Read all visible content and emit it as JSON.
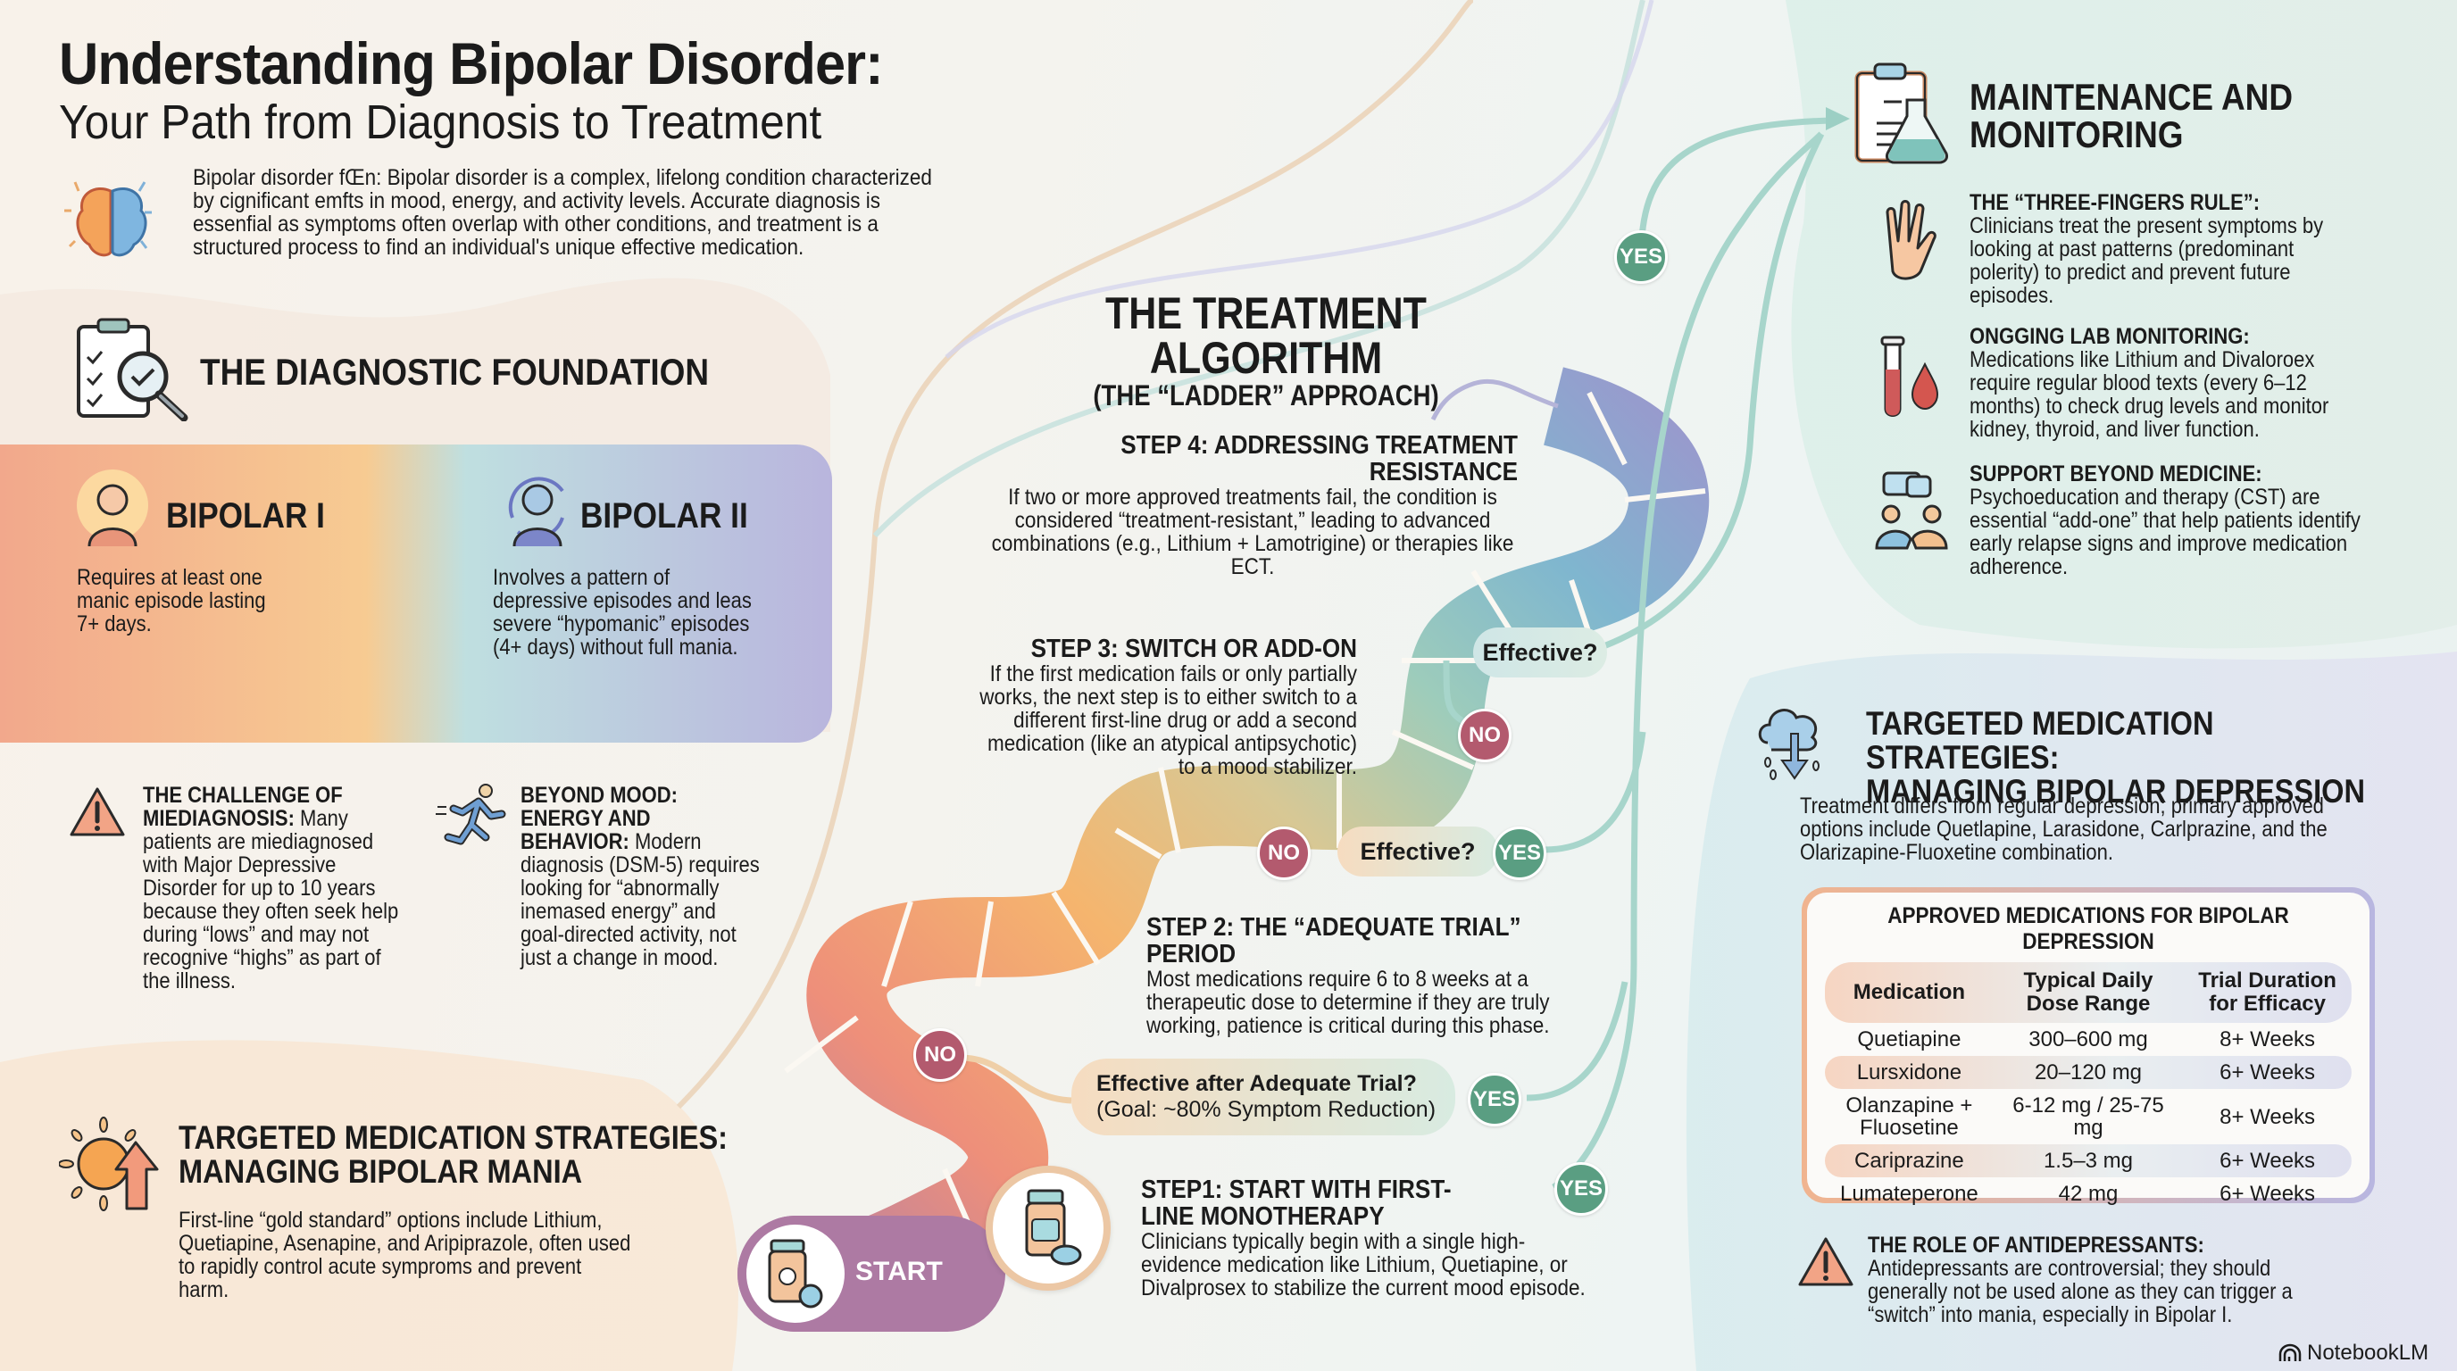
{
  "header": {
    "title": "Understanding Bipolar Disorder:",
    "subtitle": "Your Path from Diagnosis to Treatment",
    "intro": "Bipolar disorder fŒn: Bipolar disorder is a complex, lifelong condition characterized by cignificant emfts in mood, energy, and activity levels. Accurate diagnosis is essenfial as symptoms often overlap with other conditions, and treatment is a structured process to find an individual's unique effective medication.",
    "intro_icon": "brain-icon"
  },
  "diagnostic": {
    "title": "THE DIAGNOSTIC FOUNDATION",
    "icon": "clipboard-magnifier-icon",
    "bipolar1": {
      "title": "BIPOLAR I",
      "text": "Requires at least one manic episode lasting 7+ days.",
      "icon": "person-radiant-icon"
    },
    "bipolar2": {
      "title": "BIPOLAR II",
      "text": "Involves a pattern of depressive episodes and leas severe “hypomanic” episodes (4+ days) without full mania.",
      "icon": "person-cycle-icon"
    },
    "challenge": {
      "title": "THE CHALLENGE OF MIEDIAGNOSIS:",
      "text": "Many patients are miediagnosed with Major Depressive Disorder for up to 10 years because they often seek help during “lows” and may not recognive “highs” as part of the illness.",
      "icon": "warning-icon"
    },
    "energy": {
      "title": "BEYOND MOOD: ENERGY AND BEHAVIOR:",
      "text": "Modern diagnosis (DSM-5) requires looking for “abnormally inemased energy” and goal-directed activity, not just a change in mood.",
      "icon": "running-person-icon"
    }
  },
  "mania": {
    "title_line1": "TARGETED MEDICATION STRATEGIES:",
    "title_line2": "MANAGING BIPOLAR MANIA",
    "text": "First-line “gold standard” options include Lithium, Quetiapine, Asenapine, and Aripiprazole, often used to rapidly control acute symproms and prevent harm.",
    "icon": "sun-arrow-up-icon"
  },
  "algorithm": {
    "title": "THE TREATMENT ALGORITHM",
    "subtitle": "(THE “LADDER” APPROACH)",
    "start_label": "START",
    "steps": [
      {
        "title": "STEP1: START WITH FIRST-LINE MONOTHERAPY",
        "text": "Clinicians typically begin with a single high-evidence medication like Lithium, Quetiapine, or Divalprosex to stabilize the current mood episode."
      },
      {
        "title": "STEP 2: THE “ADEQUATE TRIAL” PERIOD",
        "text": "Most medications require 6 to 8 weeks at a therapeutic dose to determine if they are truly working, patience is critical during this phase."
      },
      {
        "title": "STEP 3: SWITCH OR ADD-ON",
        "text": "If the first medication fails or only partially works, the next step is to either switch to a different first-line drug or add a second medication (like an atypical antipsychotic) to a mood stabilizer."
      },
      {
        "title": "STEP 4: ADDRESSING TREATMENT RESISTANCE",
        "text": "If two or more approved treatments fail, the condition is considered “treatment-resistant,” leading to advanced combinations (e.g., Lithium + Lamotrigine) or therapies like ECT."
      }
    ],
    "decisions": {
      "adequate_q1": "Effective after Adequate Trial?",
      "adequate_q2": "(Goal: ~80% Symptom Reduction)",
      "effective_1": "Effective?",
      "effective_2": "Effective?",
      "yes": "YES",
      "no": "NO"
    }
  },
  "maintenance": {
    "title_line1": "MAINTENANCE AND",
    "title_line2": "MONITORING",
    "icon": "clipboard-flask-icon",
    "items": [
      {
        "title": "THE “THREE-FINGERS RULE”:",
        "text": "Clinicians treat the present symptoms by looking at past patterns (predominant polerity) to predict and prevent future episodes.",
        "icon": "three-fingers-hand-icon"
      },
      {
        "title": "ONGGING LAB MONITORING:",
        "text": "Medications like Lithium and Divaloroex require regular blood texts (every 6–12 months) to check drug levels and monitor kidney, thyroid, and liver function.",
        "icon": "test-tube-blood-drop-icon"
      },
      {
        "title": "SUPPORT BEYOND MEDICINE:",
        "text": "Psychoeducation and therapy (CST) are essential “add-one” that help patients identify early relapse signs and improve medication adherence.",
        "icon": "people-conversation-icon"
      }
    ]
  },
  "depression": {
    "title_line1": "TARGETED MEDICATION STRATEGIES:",
    "title_line2": "MANAGING BIPOLAR DEPRESSION",
    "icon": "rain-cloud-down-arrow-icon",
    "text": "Treatment differs from regular depression; primary approved options include Quetlapine, Larasidone, Carlprazine, and the Olarizapine-Fluoxetine combination.",
    "table": {
      "title": "APPROVED MEDICATIONS FOR BIPOLAR DEPRESSION",
      "headers": [
        "Medication",
        "Typical Daily Dose Range",
        "Trial Duration for Efficacy"
      ],
      "rows": [
        [
          "Quetiapine",
          "300–600 mg",
          "8+ Weeks"
        ],
        [
          "Lursxidone",
          "20–120 mg",
          "6+ Weeks"
        ],
        [
          "Olanzapine + Fluosetine",
          "6-12 mg / 25-75 mg",
          "8+ Weeks"
        ],
        [
          "Cariprazine",
          "1.5–3 mg",
          "6+ Weeks"
        ],
        [
          "Lumateperone",
          "42 mg",
          "6+ Weeks"
        ]
      ]
    },
    "antidepressants": {
      "title": "THE ROLE OF ANTIDEPRESSANTS:",
      "text": "Antidepressants are controversial; they should generally not be used alone as they can trigger a “switch” into mania, especially in Bipolar I.",
      "icon": "warning-icon"
    }
  },
  "footer": {
    "brand": "NotebookLM",
    "icon": "notebooklm-logo-icon"
  },
  "colors": {
    "yes": "#5a9e82",
    "no": "#b35a6e",
    "connector": "#9ccfc4"
  }
}
